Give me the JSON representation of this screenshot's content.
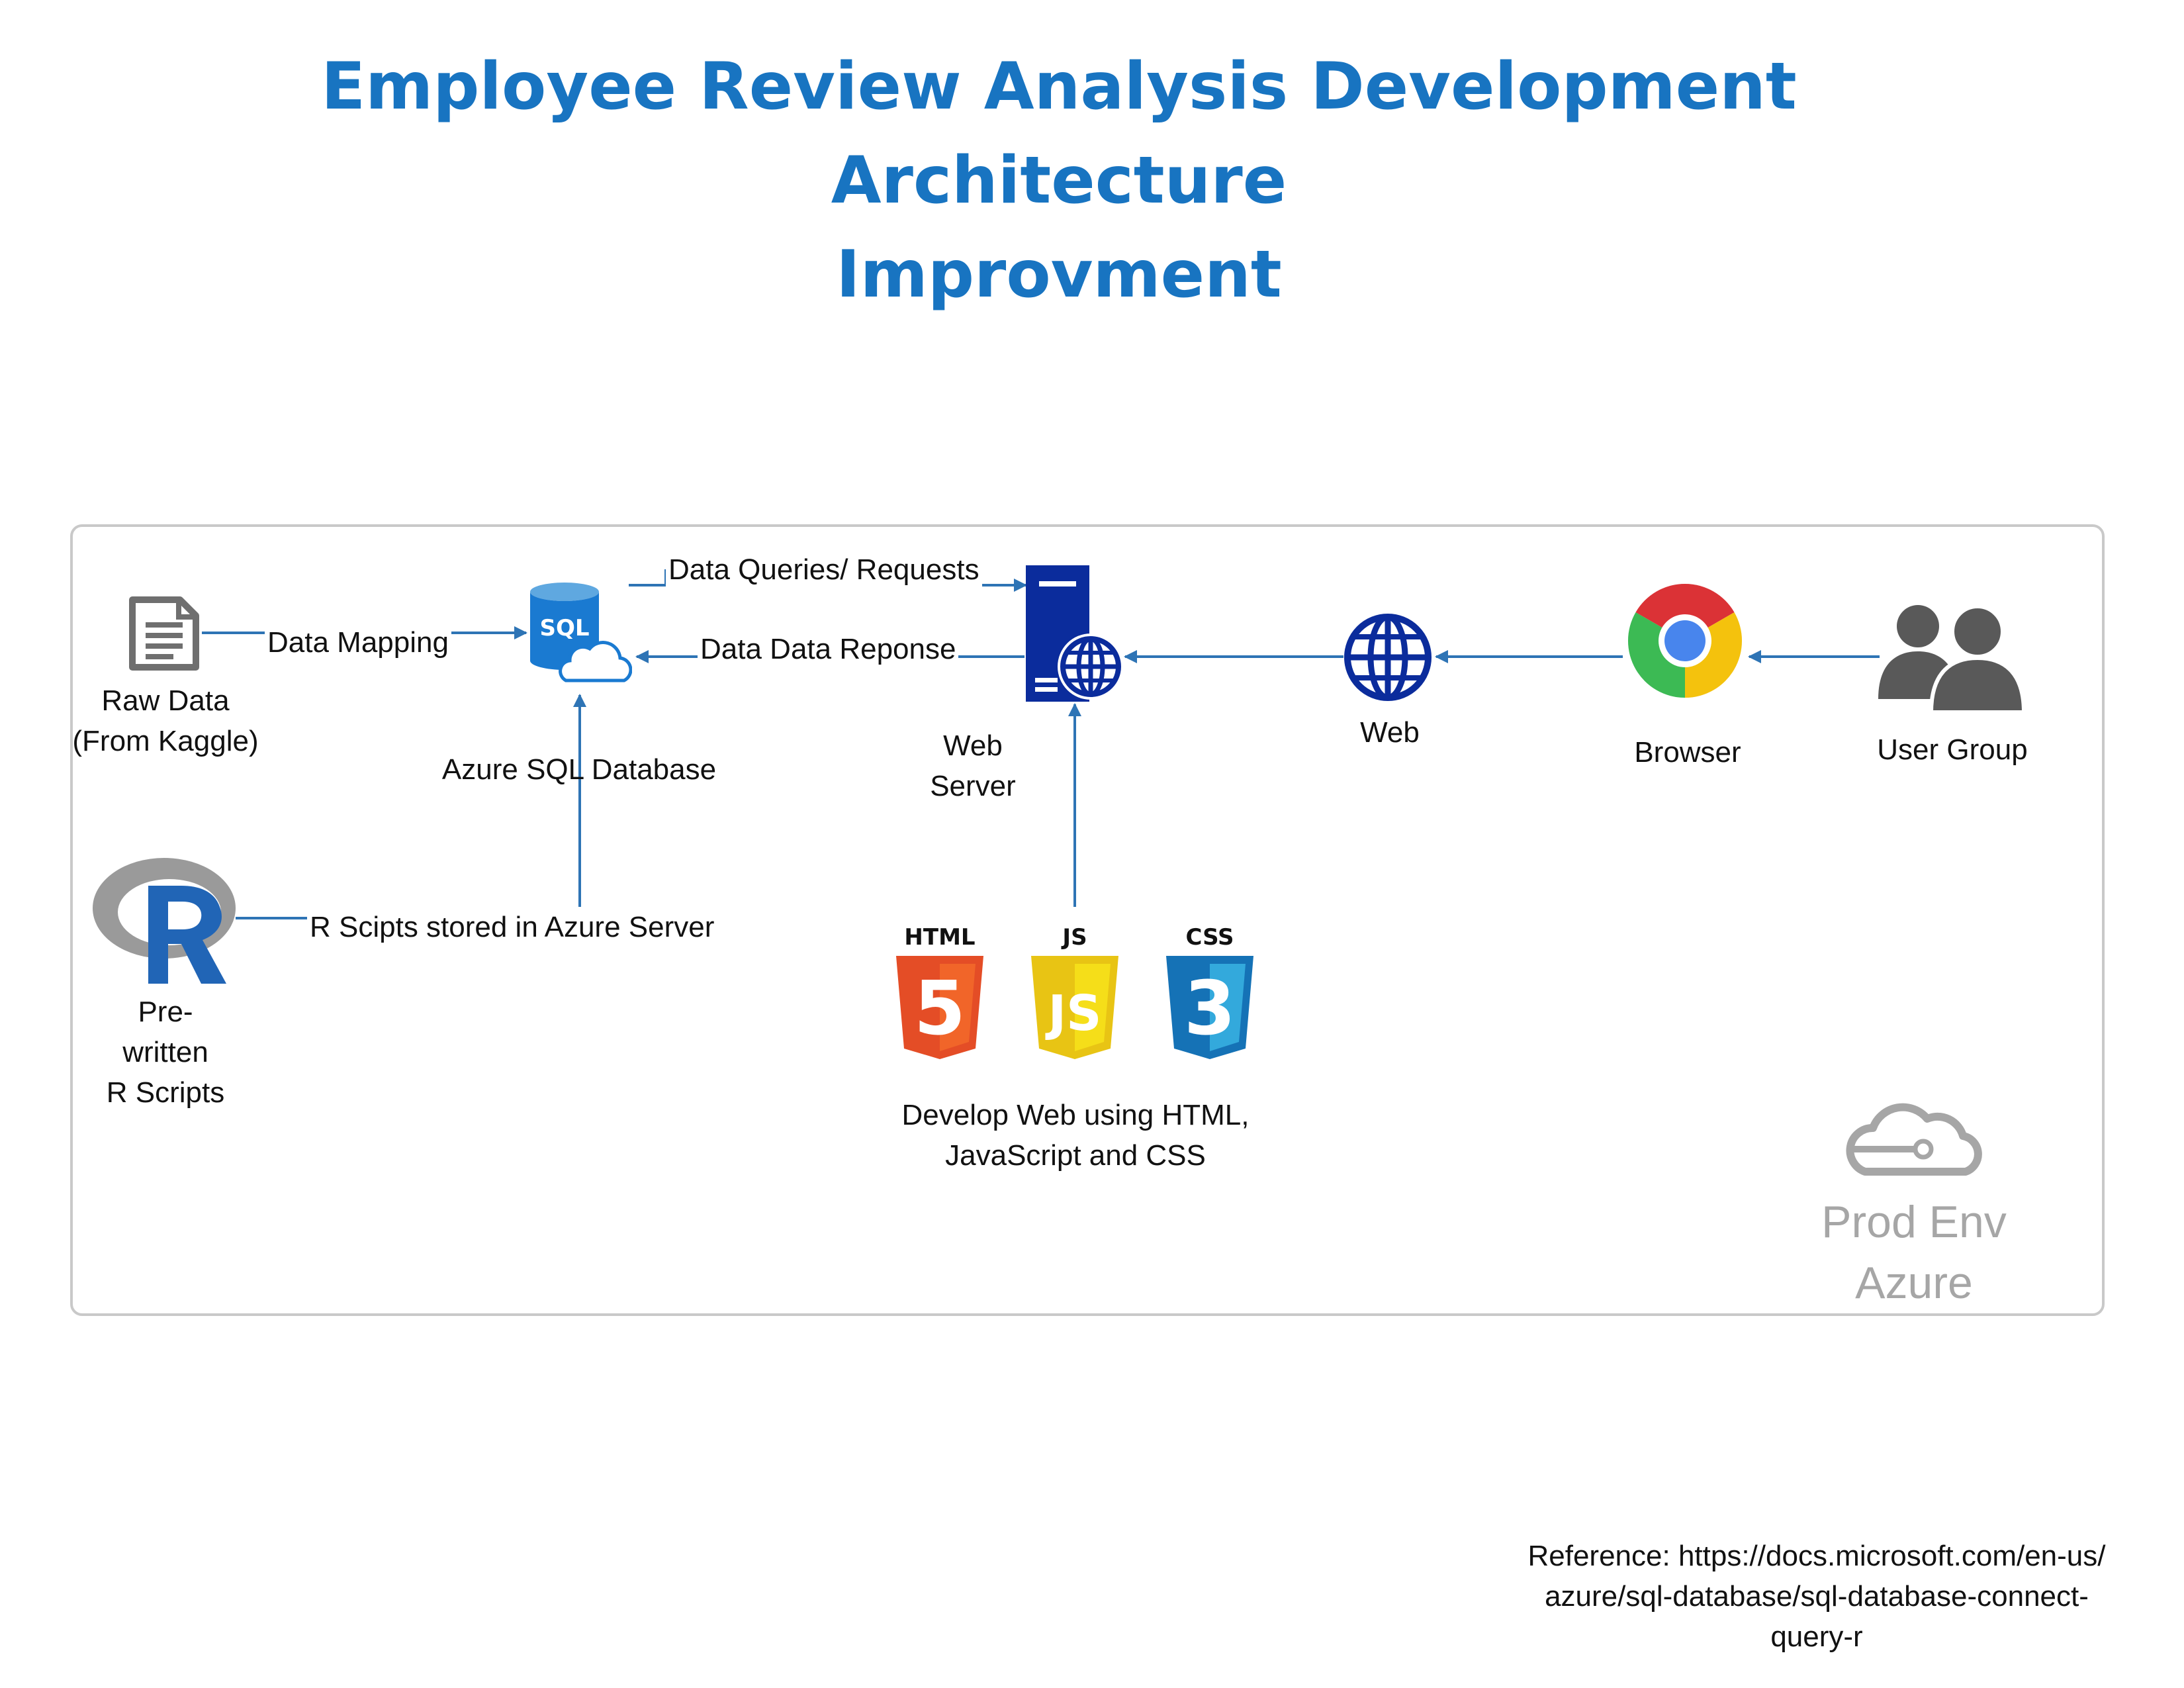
{
  "title_line1": "Employee Review Analysis Development Architecture",
  "title_line2": "Improvment",
  "colors": {
    "title": "#1874c1",
    "arrow": "#2e74b5",
    "panel_border": "#c9c9c9",
    "azure_gray": "#a6a6a6",
    "html": "#e44d26",
    "js": "#f0db4f",
    "css": "#1572b6",
    "server": "#0b2c9c"
  },
  "nodes": {
    "raw_data": {
      "icon": "document-icon",
      "line1": "Raw Data",
      "line2": "(From Kaggle)"
    },
    "sql_db": {
      "icon": "sql-database-icon",
      "badge": "SQL",
      "label": "Azure SQL Database"
    },
    "web_server": {
      "icon": "web-server-icon",
      "line1": "Web",
      "line2": "Server"
    },
    "web": {
      "icon": "globe-icon",
      "label": "Web"
    },
    "browser": {
      "icon": "chrome-icon",
      "label": "Browser"
    },
    "user_group": {
      "icon": "users-icon",
      "label": "User Group"
    },
    "r_scripts": {
      "icon": "r-logo-icon",
      "line1": "Pre-",
      "line2": "written",
      "line3": "R Scripts"
    },
    "web_tech": {
      "html_tag": "HTML",
      "html_digit": "5",
      "js_tag": "JS",
      "js_digit": "JS",
      "css_tag": "CSS",
      "css_digit": "3",
      "line1": "Develop Web using HTML,",
      "line2": "JavaScript and CSS"
    }
  },
  "edges": {
    "data_mapping": "Data Mapping",
    "queries": "Data Queries/ Requests",
    "response": "Data Data Reponse",
    "r_scripts": "R Scipts stored in Azure Server"
  },
  "environment": {
    "icon": "azure-cloud-icon",
    "line1": "Prod Env",
    "line2": "Azure"
  },
  "reference": {
    "line1": "Reference: https://docs.microsoft.com/en-us/",
    "line2": "azure/sql-database/sql-database-connect-",
    "line3": "query-r"
  }
}
